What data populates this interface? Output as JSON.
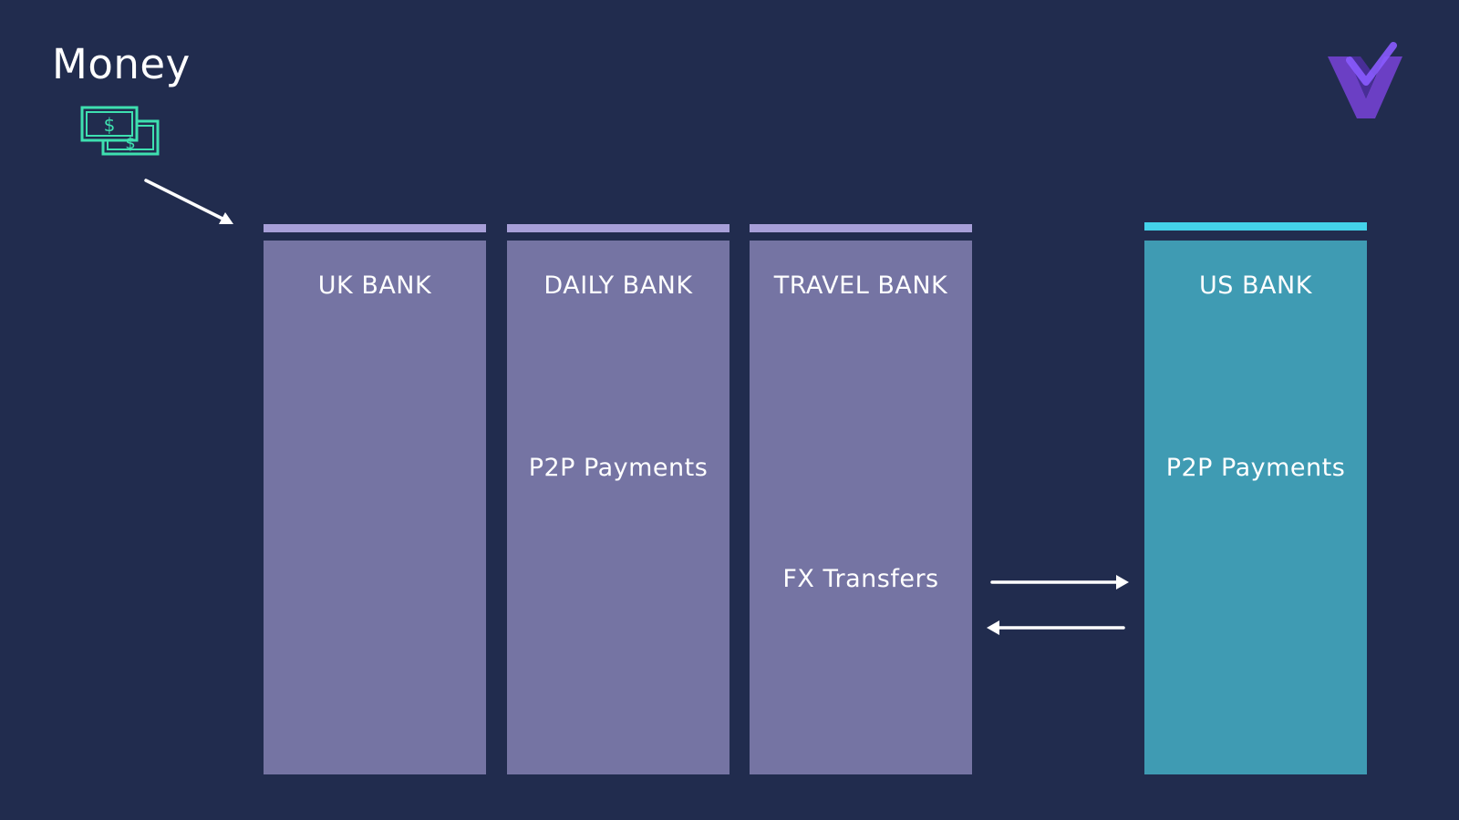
{
  "money": {
    "title": "Money",
    "icon": "cash-icon",
    "icon_symbol": "$",
    "icon_color": "#3ee0b0"
  },
  "banks": [
    {
      "name": "UK BANK",
      "color": "#7574a3",
      "bar_color": "#a79fd8"
    },
    {
      "name": "DAILY BANK",
      "feature": "P2P Payments",
      "color": "#7574a3",
      "bar_color": "#a79fd8"
    },
    {
      "name": "TRAVEL BANK",
      "feature": "FX Transfers",
      "color": "#7574a3",
      "bar_color": "#a79fd8"
    },
    {
      "name": "US BANK",
      "feature": "P2P Payments",
      "color": "#3f9bb3",
      "bar_color": "#44d3ea"
    }
  ],
  "colors": {
    "background": "#212c4e",
    "logo": "#6b3fc4"
  },
  "icons": [
    "cash-icon",
    "arrow-right-down-icon",
    "arrow-right-icon",
    "arrow-left-icon",
    "brand-logo-icon"
  ]
}
